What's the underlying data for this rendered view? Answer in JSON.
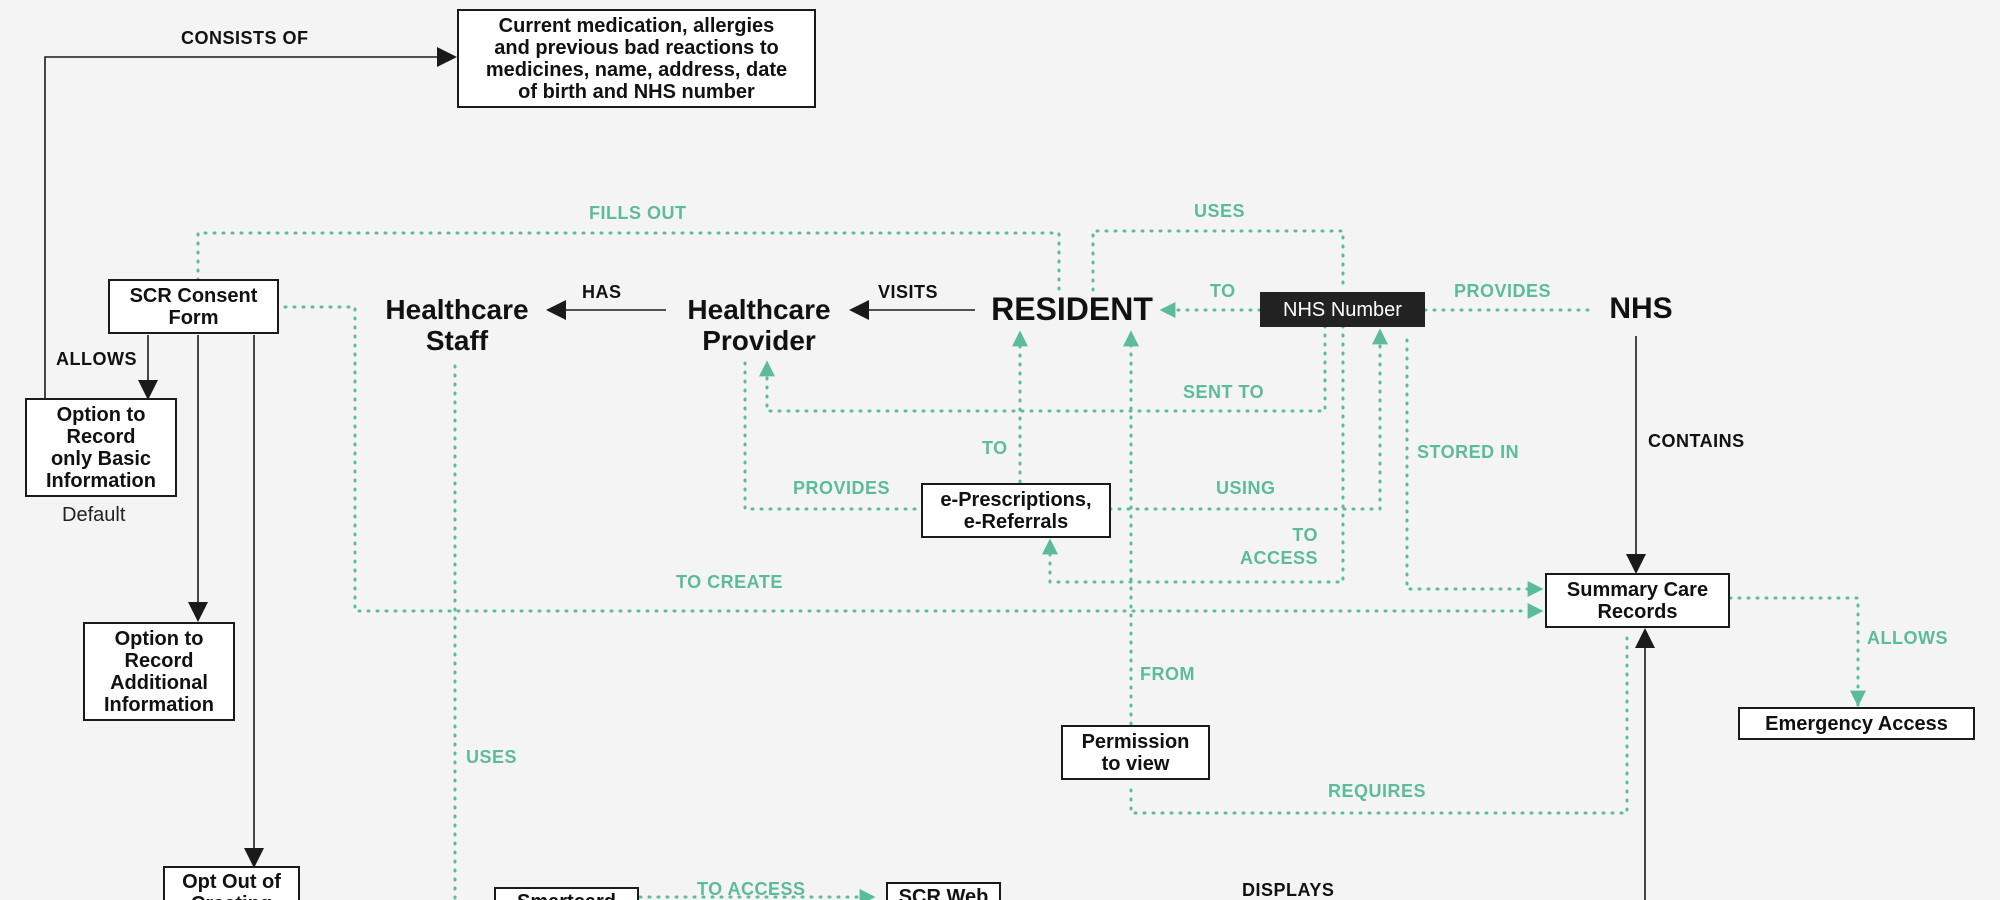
{
  "colors": {
    "background": "#f4f4f4",
    "dark_link": "#1a1a1a",
    "dotted_link": "#5dbb9d",
    "nhs_number_box": "#222222"
  },
  "entities": {
    "resident": "RESIDENT",
    "nhs": "NHS",
    "healthcare_provider": "Healthcare\nProvider",
    "healthcare_staff": "Healthcare\nStaff"
  },
  "nodes": {
    "consent_form": "SCR Consent\nForm",
    "basic_info_option": "Option to\nRecord\nonly Basic\nInformation",
    "additional_info_option": "Option to\nRecord\nAdditional\nInformation",
    "opt_out": "Opt Out of\nCreating",
    "info_contents": "Current medication, allergies\nand previous bad reactions to\nmedicines, name, address, date\nof birth and NHS number",
    "nhs_number": "NHS Number",
    "e_prescriptions": "e-Prescriptions,\ne-Referrals",
    "summary_care_records": "Summary Care\nRecords",
    "emergency_access": "Emergency Access",
    "permission_to_view": "Permission\nto view",
    "smartcard": "Smartcard",
    "scr_web": "SCR Web"
  },
  "notes": {
    "default": "Default"
  },
  "links": {
    "consists_of": "CONSISTS OF",
    "allows_option": "ALLOWS",
    "has": "HAS",
    "visits": "VISITS",
    "to_resident": "TO",
    "provides_nhs_number": "PROVIDES",
    "fills_out": "FILLS OUT",
    "uses_nhs_number": "USES",
    "sent_to": "SENT TO",
    "to_eprescriptions": "TO",
    "provides_eprescriptions": "PROVIDES",
    "using": "USING",
    "stored_in": "STORED IN",
    "contains": "CONTAINS",
    "to_access": "TO\nACCESS",
    "to_create": "TO CREATE",
    "from": "FROM",
    "allows_emergency": "ALLOWS",
    "uses_smartcard": "USES",
    "requires": "REQUIRES",
    "to_access_web": "TO ACCESS",
    "displays": "DISPLAYS"
  }
}
